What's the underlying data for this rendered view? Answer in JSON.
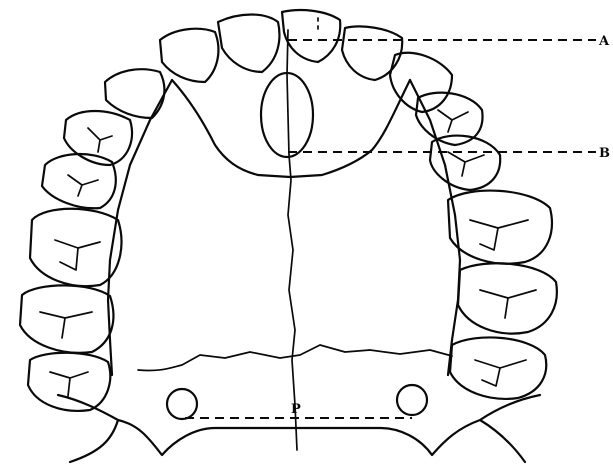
{
  "labels": {
    "a": "A",
    "b": "B",
    "p": "P"
  },
  "colors": {
    "ink": "#0a0a0a",
    "background": "#ffffff"
  }
}
